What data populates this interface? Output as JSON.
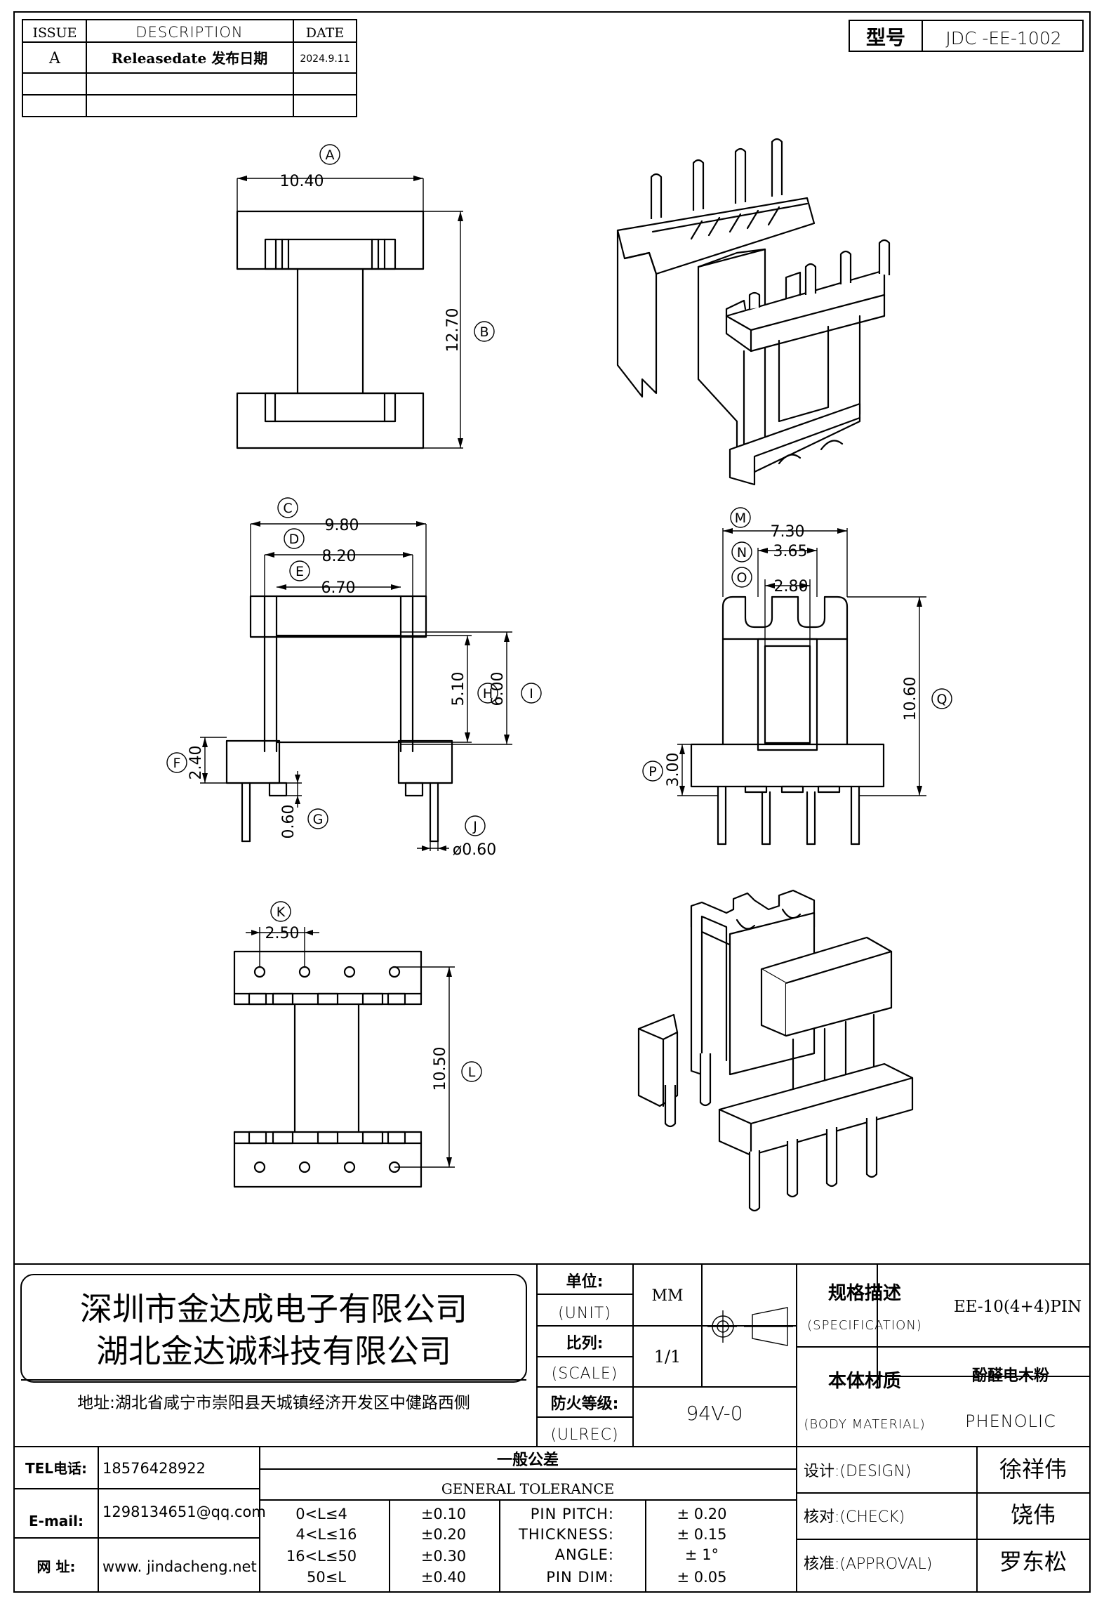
{
  "revision_table": {
    "headers": [
      "ISSUE",
      "DESCRIPTION",
      "DATE"
    ],
    "rows": [
      {
        "issue": "A",
        "description": "Releasedate 发布日期",
        "date": "2024.9.11"
      }
    ]
  },
  "model": {
    "label": "型号",
    "value": "JDC -EE-1002"
  },
  "dimensions": {
    "A": "10.40",
    "B": "12.70",
    "C": "9.80",
    "D": "8.20",
    "E": "6.70",
    "F": "2.40",
    "G": "0.60",
    "H": "5.10",
    "I": "6.00",
    "J": "ø0.60",
    "K": "2.50",
    "L": "10.50",
    "M": "7.30",
    "N": "3.65",
    "O": "2.80",
    "P": "3.00",
    "Q": "10.60"
  },
  "title_block": {
    "company_1": "深圳市金达成电子有限公司",
    "company_2": "湖北金达诚科技有限公司",
    "address": "地址:湖北省咸宁市崇阳县天城镇经济开发区中健路西侧",
    "unit_label": "单位:",
    "unit_label_en": "(UNIT)",
    "unit_value": "MM",
    "scale_label": "比列:",
    "scale_label_en": "(SCALE)",
    "scale_value": "1/1",
    "fire_label": "防火等级:",
    "fire_label_en": "(ULREC)",
    "fire_value": "94V-0",
    "spec_label": "规格描述",
    "spec_label_en": "(SPECIFICATION)",
    "spec_value": "EE-10(4+4)PIN",
    "material_label": "本体材质",
    "material_label_en": "(BODY MATERIAL)",
    "material_value_cn": "酚醛电木粉",
    "material_value_en": "PHENOLIC",
    "tel_label": "TEL电话:",
    "tel_value": "18576428922",
    "email_label": "E-mail:",
    "email_value": "1298134651@qq.com",
    "web_label": "网  址:",
    "web_value": "www. jindacheng.net",
    "tolerance_title_cn": "一般公差",
    "tolerance_title_en": "GENERAL TOLERANCE",
    "tolerance_rows": [
      {
        "range": "0<L≤4",
        "tol": "±0.10",
        "item": "PIN PITCH:",
        "item_tol": "±  0.20"
      },
      {
        "range": "4<L≤16",
        "tol": "±0.20",
        "item": "THICKNESS:",
        "item_tol": "±  0.15"
      },
      {
        "range": "16<L≤50",
        "tol": "±0.30",
        "item": "ANGLE:",
        "item_tol": "±  1°"
      },
      {
        "range": "50≤L",
        "tol": "±0.40",
        "item": "PIN DIM:",
        "item_tol": "±  0.05"
      }
    ],
    "design_label": "设计:(DESIGN)",
    "design_value": "徐祥伟",
    "check_label": "核对:(CHECK)",
    "check_value": "饶伟",
    "approval_label": "核准:(APPROVAL)",
    "approval_value": "罗东松"
  }
}
